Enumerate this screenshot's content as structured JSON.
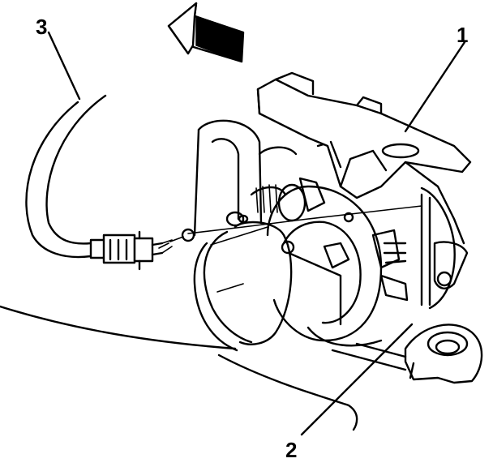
{
  "diagram": {
    "callouts": [
      {
        "id": "1",
        "label": "1"
      },
      {
        "id": "2",
        "label": "2"
      },
      {
        "id": "3",
        "label": "3"
      }
    ],
    "icons": {
      "direction_arrow": "forward-arrow-icon"
    },
    "colors": {
      "line": "#000000",
      "background": "#ffffff"
    }
  }
}
